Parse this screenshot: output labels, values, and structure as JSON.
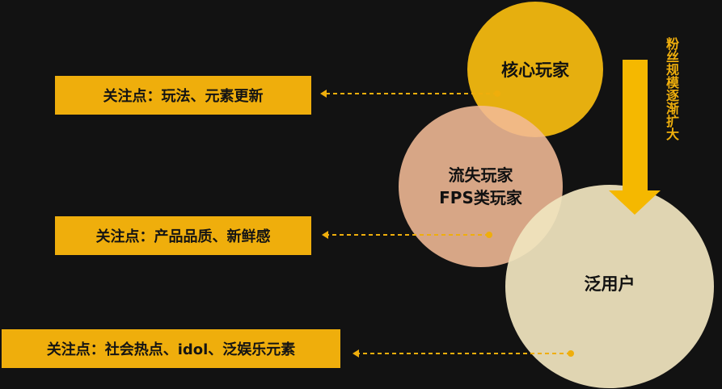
{
  "circles": {
    "core": "核心玩家",
    "lost_line1": "流失玩家",
    "lost_line2": "FPS类玩家",
    "general": "泛用户"
  },
  "labels": {
    "core_focus": "关注点：玩法、元素更新",
    "lost_focus": "关注点：产品品质、新鲜感",
    "general_focus": "关注点：社会热点、idol、泛娱乐元素"
  },
  "side_note": "粉丝规模逐渐扩大",
  "colors": {
    "background": "#121212",
    "accent": "#EFAE0C",
    "core_circle": "#E6AF0F",
    "lost_circle": "#F2BB96",
    "general_circle": "#F0E4BE"
  }
}
